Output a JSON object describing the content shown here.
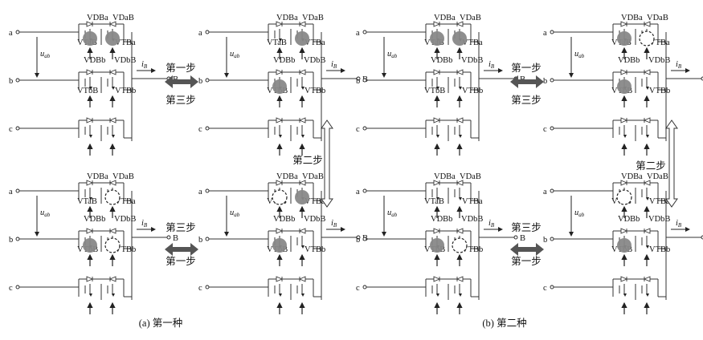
{
  "labels": {
    "VDBa": "VDBa",
    "VDaB": "VDaB",
    "VTaB": "VTaB",
    "VTBa": "VTBa",
    "VDBb": "VDBb",
    "VDbB": "VDbB",
    "VTbB": "VTbB",
    "VTBb": "VTBb",
    "a": "a",
    "b": "b",
    "c": "c",
    "B": "B",
    "u": "u",
    "u_sub": "ab",
    "i": "i",
    "i_sub": "B"
  },
  "steps": {
    "step1": "第一步",
    "step2": "第二步",
    "step3": "第三步"
  },
  "captions": {
    "a": "(a)  第一种",
    "b": "(b)  第二种"
  },
  "colors": {
    "device_on": "#888888",
    "arrow_fill": "#555555",
    "wire": "#333333"
  },
  "panels": [
    {
      "id": "a-top-left",
      "filled": [
        "VTaB",
        "VTBa"
      ],
      "dashed": []
    },
    {
      "id": "a-top-right",
      "filled": [
        "VTBa",
        "VTbB"
      ],
      "dashed": []
    },
    {
      "id": "a-bottom-right",
      "filled": [
        "VTBa",
        "VTbB"
      ],
      "dashed": [
        "VTaB"
      ]
    },
    {
      "id": "a-bottom-left",
      "filled": [
        "VTbB",
        "VTBb"
      ],
      "dashed": [
        "VTBa",
        "VTBb"
      ]
    },
    {
      "id": "b-top-left",
      "filled": [
        "VTaB",
        "VTBa"
      ],
      "dashed": []
    },
    {
      "id": "b-top-right",
      "filled": [
        "VTaB",
        "VTbB"
      ],
      "dashed": [
        "VTBa"
      ]
    },
    {
      "id": "b-bottom-right",
      "filled": [
        "VTbB"
      ],
      "dashed": [
        "VTaB"
      ]
    },
    {
      "id": "b-bottom-left",
      "filled": [
        "VTbB",
        "VTBb"
      ],
      "dashed": [
        "VTBb"
      ]
    }
  ]
}
